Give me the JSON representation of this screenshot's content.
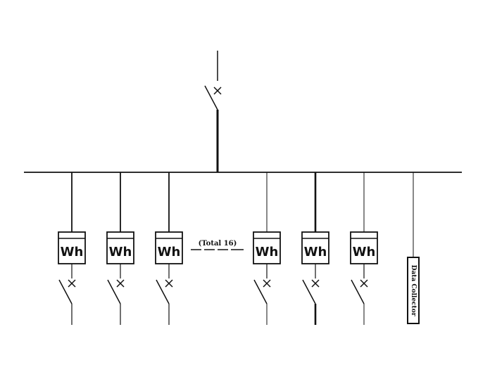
{
  "diagram": {
    "meter_label": "Wh",
    "total_label": "(Total 16)",
    "collector_label": "Data Collector",
    "left_meters": 3,
    "right_meters": 3,
    "line_color": "#111111",
    "background": "#ffffff"
  }
}
